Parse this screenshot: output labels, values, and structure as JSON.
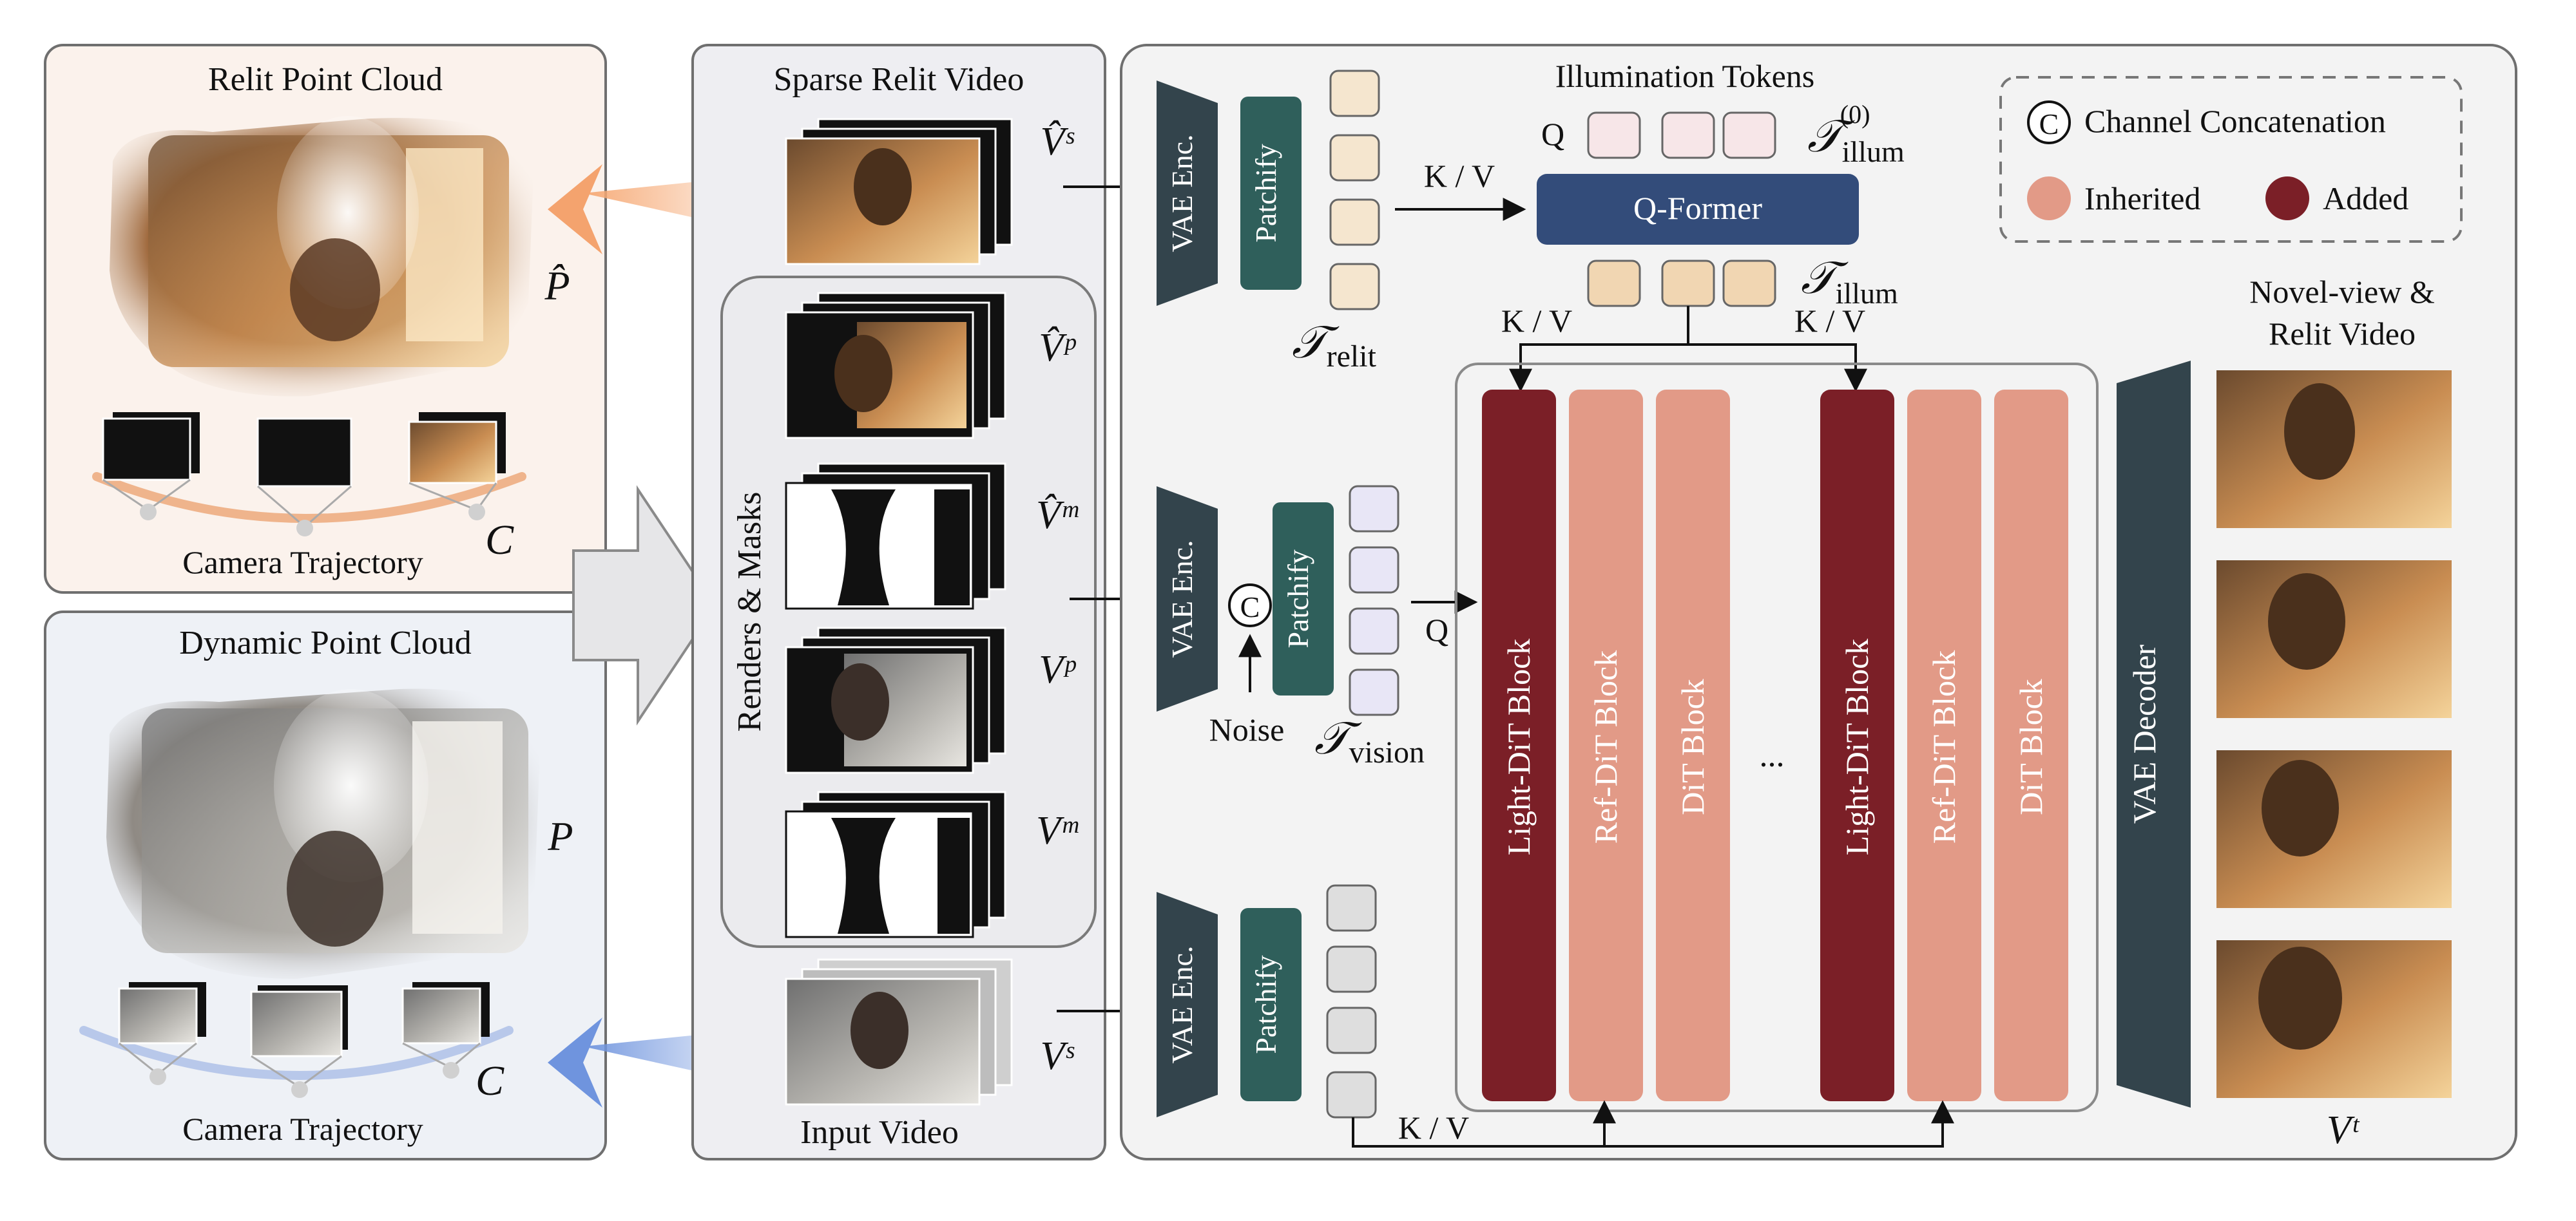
{
  "left_top_panel": {
    "title": "Relit Point Cloud",
    "cloud_symbol": "P̂",
    "trajectory_label": "Camera Trajectory",
    "trajectory_symbol": "C"
  },
  "left_bottom_panel": {
    "title": "Dynamic Point Cloud",
    "cloud_symbol": "P",
    "trajectory_label": "Camera Trajectory",
    "trajectory_symbol": "C"
  },
  "middle_panel": {
    "sparse_title": "Sparse Relit Video",
    "sparse_symbol": "V̂ˢ",
    "renders_masks_label": "Renders & Masks",
    "render_symbols": [
      "V̂ᵖ",
      "V̂ᵐ",
      "Vᵖ",
      "Vᵐ"
    ],
    "input_title": "Input Video",
    "input_symbol": "Vˢ"
  },
  "model": {
    "vae_enc_label": "VAE Enc.",
    "patchify_label": "Patchify",
    "concat_symbol": "C",
    "noise_label": "Noise",
    "token_relit": "𝒯",
    "token_relit_sub": "relit",
    "token_vision": "𝒯",
    "token_vision_sub": "vision",
    "kv_label": "K / V",
    "q_label": "Q",
    "illumination_title": "Illumination Tokens",
    "illum0_symbol": "𝒯",
    "illum0_sub": "illum",
    "illum0_sup": "(0)",
    "illum_symbol": "𝒯",
    "illum_sub": "illum",
    "qformer_label": "Q-Former",
    "blocks": [
      "Light-DiT Block",
      "Ref-DiT Block",
      "DiT Block",
      "Light-DiT Block",
      "Ref-DiT Block",
      "DiT Block"
    ],
    "ellipsis": "...",
    "vae_decoder_label": "VAE Decoder",
    "output_title_line1": "Novel-view &",
    "output_title_line2": "Relit Video",
    "output_symbol": "Vᵗ"
  },
  "legend": {
    "concat_symbol": "C",
    "concat_label": "Channel Concatenation",
    "inherited_label": "Inherited",
    "added_label": "Added"
  },
  "colors": {
    "added": "#7b1f27",
    "inherited": "#e29a87",
    "vae": "#33444c",
    "patchify": "#2f5f5b",
    "qformer": "#334c7a",
    "relit_token": "#f5e6cf",
    "illum0_token": "#f7e6e8",
    "illum_token": "#f1d6b2",
    "vision_token": "#e8e6f6",
    "input_token": "#dedede"
  }
}
